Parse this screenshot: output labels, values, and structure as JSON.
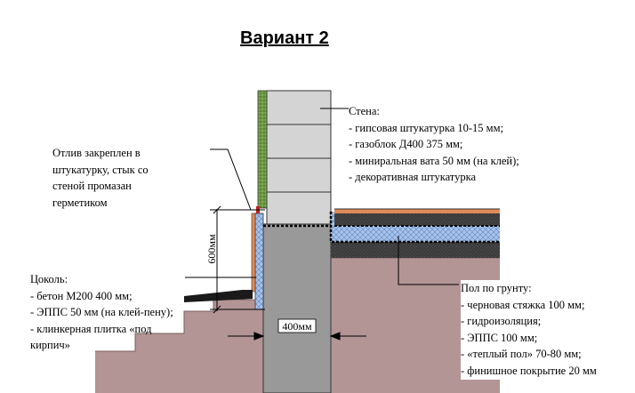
{
  "title": "Вариант 2",
  "wall": {
    "heading": "Стена:",
    "layers": [
      "- гипсовая штукатурка 10-15 мм;",
      "- газоблок Д400 375 мм;",
      "- миниральная вата 50 мм (на клей);",
      "- декоративная штукатурка"
    ]
  },
  "ebb": {
    "lines": [
      "Отлив закреплен в",
      "штукатурку, стык со",
      "стеной промазан",
      "герметиком"
    ]
  },
  "plinth": {
    "heading": "Цоколь:",
    "layers": [
      "- бетон М200 400 мм;",
      "- ЭППС 50 мм (на клей-пену);",
      "- клинкерная плитка «под",
      "кирпич»"
    ]
  },
  "floor": {
    "heading": "Пол по грунту:",
    "layers": [
      "- черновая стяжка 100 мм;",
      "- гидроизоляция;",
      "- ЭППС 100 мм;",
      "- «теплый пол» 70-80 мм;",
      "- финишное покрытие 20 мм"
    ]
  },
  "dimensions": {
    "plinth_height": "600мм",
    "foundation_width": "400мм"
  },
  "colors": {
    "soil": "#b39595",
    "concrete": "#999999",
    "gas_block": "#d4d4d4",
    "insulation_wall": "#6e9a45",
    "insulation_plinth": "#a7c4ea",
    "floor_finish": "#e08a57",
    "screed": "#3d3d3d"
  }
}
